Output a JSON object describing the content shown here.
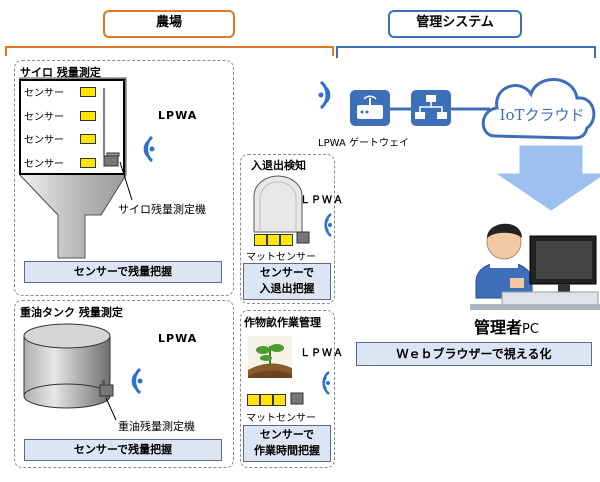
{
  "headers": {
    "farm": "農場",
    "management": "管理システム"
  },
  "silo": {
    "title": "サイロ 残量測定",
    "sensors": [
      "センサー",
      "センサー",
      "センサー",
      "センサー"
    ],
    "lpwa": "LPWA",
    "device": "サイロ残量測定機",
    "caption": "センサーで残量把握"
  },
  "tank": {
    "title": "重油タンク 残量測定",
    "lpwa": "LPWA",
    "device": "重油残量測定機",
    "caption": "センサーで残量把握"
  },
  "entry": {
    "title": "入退出検知",
    "lpwa": "ＬＰＷＡ",
    "sensor": "マットセンサー",
    "caption_1": "センサーで",
    "caption_2": "入退出把握"
  },
  "crop": {
    "title": "作物畝作業管理",
    "lpwa": "ＬＰＷＡ",
    "sensor": "マットセンサー",
    "caption_1": "センサーで",
    "caption_2": "作業時間把握"
  },
  "system": {
    "gateway": "LPWA ゲートウェイ",
    "cloud": "IoTクラウド",
    "admin_main": "管理者",
    "admin_sub": "PC",
    "browser": "Ｗｅｂブラウザーで視える化"
  },
  "colors": {
    "farm": "#e07a20",
    "management": "#3c6fb8",
    "accent": "#2e6fd0",
    "caption_bg": "#dde4f2",
    "sensor": "#ffe600"
  }
}
